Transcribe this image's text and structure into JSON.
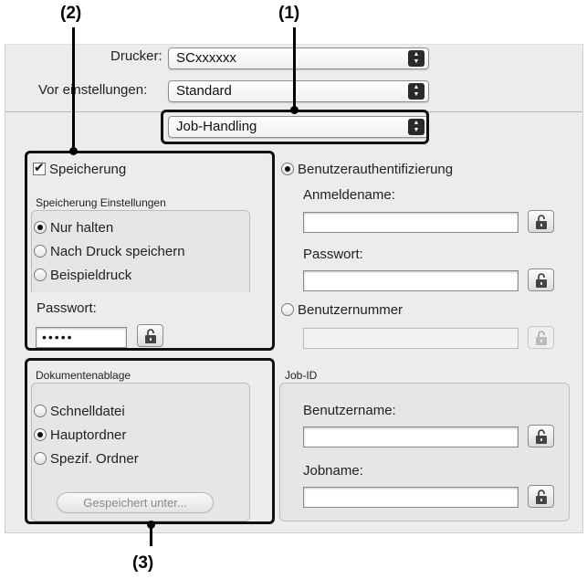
{
  "callouts": {
    "one": "(1)",
    "two": "(2)",
    "three": "(3)"
  },
  "header": {
    "printer_label": "Drucker:",
    "printer_value": "SCxxxxxx",
    "presets_label": "Vor einstellungen:",
    "presets_value": "Standard",
    "section_value": "Job-Handling"
  },
  "retention": {
    "checkbox_label": "Speicherung",
    "checked": true,
    "settings_title": "Speicherung Einstellungen",
    "options": [
      "Nur halten",
      "Nach Druck speichern",
      "Beispieldruck"
    ],
    "selected_index": 0,
    "password_label": "Passwort:",
    "password_value": "•••••"
  },
  "filing": {
    "title": "Dokumentenablage",
    "options": [
      "Schnelldatei",
      "Hauptordner",
      "Spezif. Ordner"
    ],
    "selected_index": 1,
    "save_as_button": "Gespeichert unter..."
  },
  "auth": {
    "user_auth_label": "Benutzerauthentifizierung",
    "login_name_label": "Anmeldename:",
    "password_label": "Passwort:",
    "user_number_label": "Benutzernummer"
  },
  "job_id": {
    "title": "Job-ID",
    "user_name_label": "Benutzername:",
    "job_name_label": "Jobname:"
  },
  "icons": {
    "lock": "lock-icon",
    "popup_arrows": "updown-arrows-icon"
  }
}
